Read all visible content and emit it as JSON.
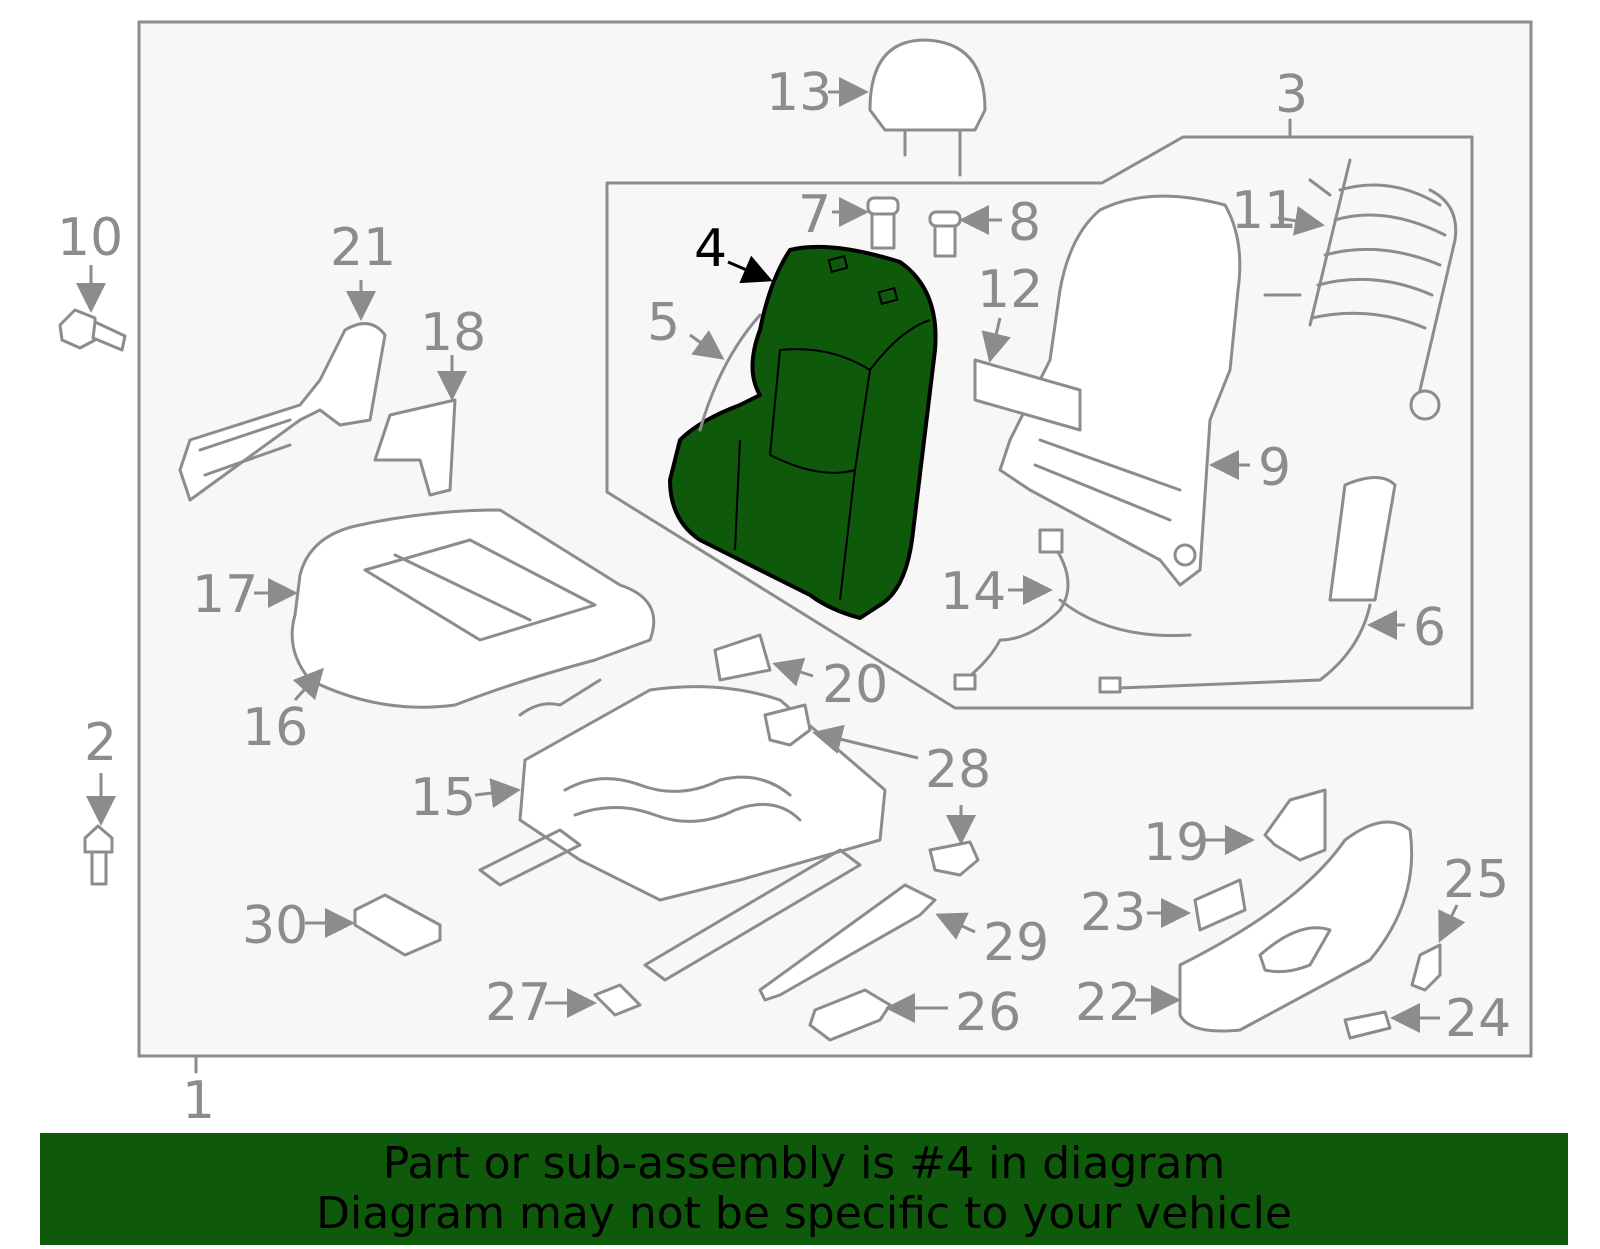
{
  "highlight_color": "#0f5a0a",
  "line_color": "#8c8c8c",
  "highlighted_part": "4",
  "labels": {
    "l1": "1",
    "l2": "2",
    "l3": "3",
    "l4": "4",
    "l5": "5",
    "l6": "6",
    "l7": "7",
    "l8": "8",
    "l9": "9",
    "l10": "10",
    "l11": "11",
    "l12": "12",
    "l13": "13",
    "l14": "14",
    "l15": "15",
    "l16": "16",
    "l17": "17",
    "l18": "18",
    "l19": "19",
    "l20": "20",
    "l21": "21",
    "l22": "22",
    "l23": "23",
    "l24": "24",
    "l25": "25",
    "l26": "26",
    "l27": "27",
    "l28": "28",
    "l29": "29",
    "l30": "30"
  },
  "banner": {
    "line1": "Part or sub-assembly is #4 in diagram",
    "line2": "Diagram may not be specific to your vehicle"
  }
}
